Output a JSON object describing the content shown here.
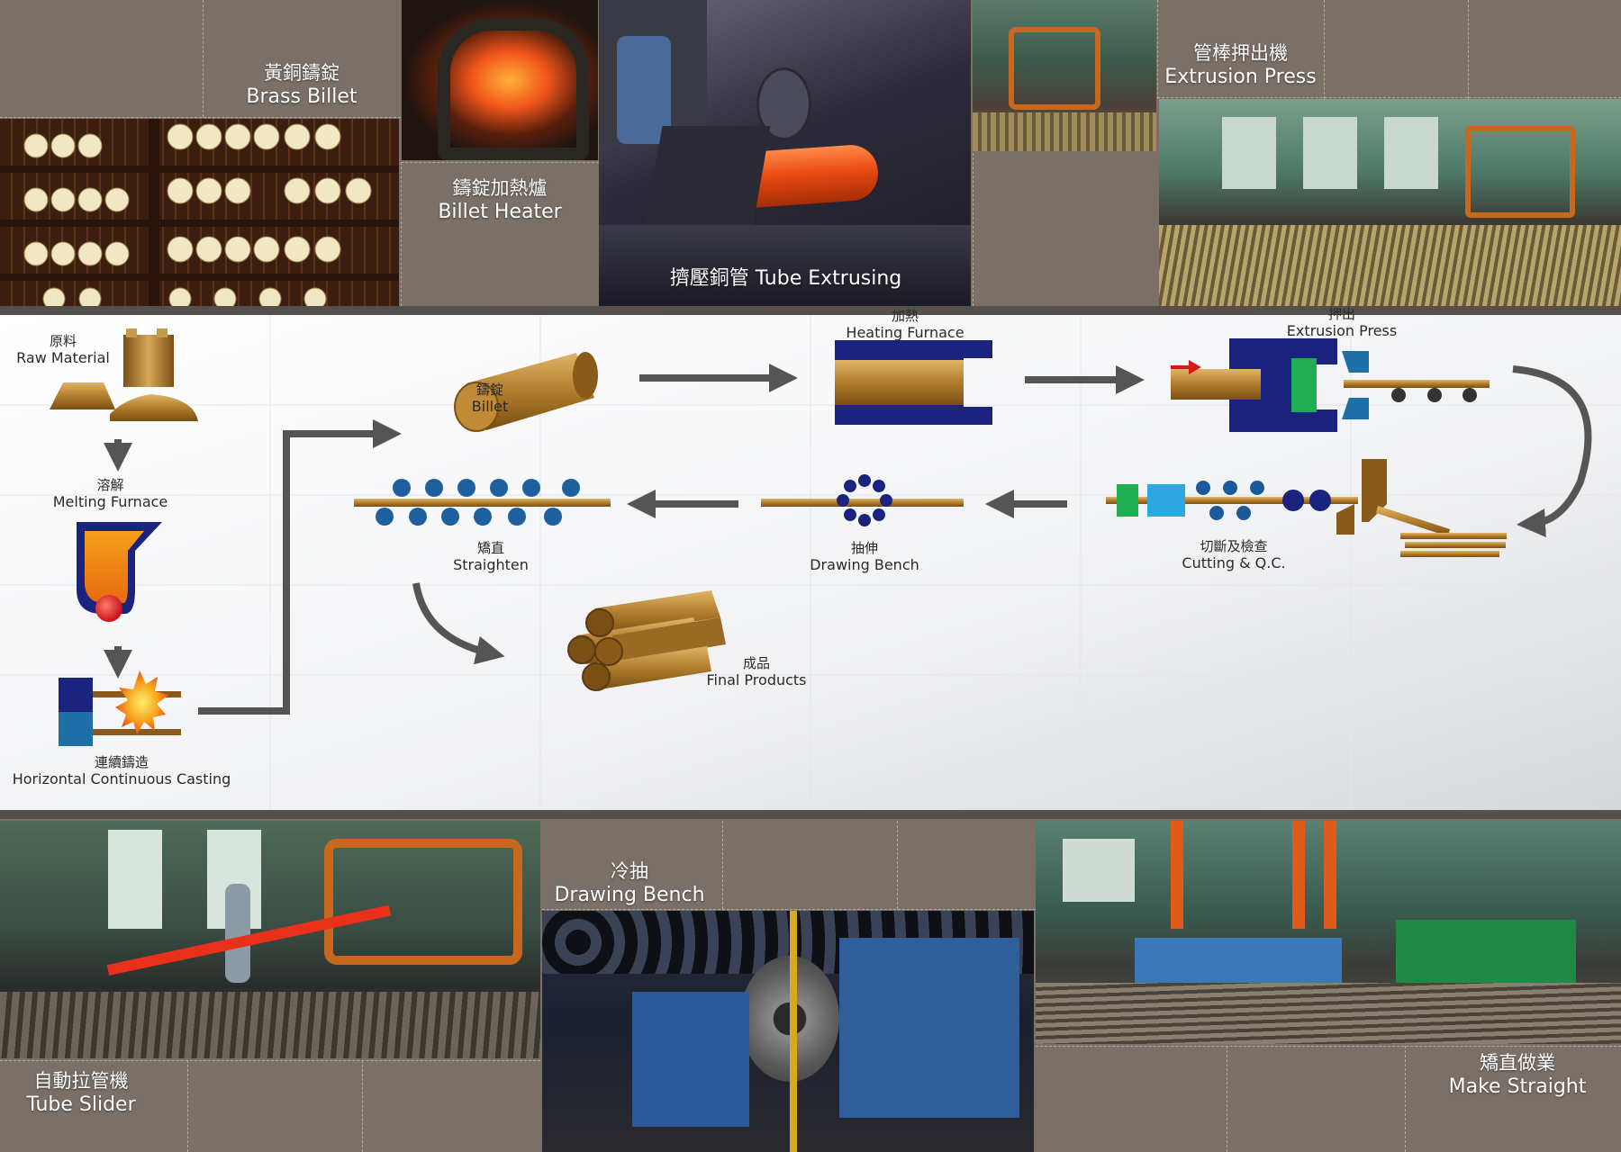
{
  "photos": {
    "brass_billet": {
      "zh": "黃銅鑄錠",
      "en": "Brass Billet"
    },
    "billet_heater": {
      "zh": "鑄錠加熱爐",
      "en": "Billet Heater"
    },
    "tube_extrusing": {
      "text": "擠壓銅管 Tube Extrusing"
    },
    "extrusion_press": {
      "zh": "管棒押出機",
      "en": "Extrusion Press"
    },
    "tube_slider": {
      "zh": "自動拉管機",
      "en": "Tube Slider"
    },
    "drawing_bench": {
      "zh": "冷抽",
      "en": "Drawing Bench"
    },
    "make_straight": {
      "zh": "矯直做業",
      "en": "Make Straight"
    }
  },
  "diagram": {
    "raw_material": {
      "zh": "原料",
      "en": "Raw Material"
    },
    "melting_furnace": {
      "zh": "溶解",
      "en": "Melting Furnace"
    },
    "continuous_casting": {
      "zh": "連續鑄造",
      "en": "Horizontal Continuous Casting"
    },
    "billet": {
      "zh": "鑄錠",
      "en": "Billet"
    },
    "heating_furnace": {
      "zh": "加熱",
      "en": "Heating Furnace"
    },
    "extrusion_press": {
      "zh": "押出",
      "en": "Extrusion Press"
    },
    "cutting_qc": {
      "zh": "切斷及檢查",
      "en": "Cutting & Q.C."
    },
    "drawing_bench": {
      "zh": "抽伸",
      "en": "Drawing Bench"
    },
    "straighten": {
      "zh": "矯直",
      "en": "Straighten"
    },
    "final_products": {
      "zh": "成品",
      "en": "Final Products"
    }
  },
  "colors": {
    "frame": "#7a7068",
    "band": "#55504c",
    "navy": "#1a237e",
    "brass": "#b07d2c",
    "blue": "#1e5f9e",
    "green": "#1fae54",
    "cyan": "#2ca7e0",
    "arrow": "#555555"
  }
}
